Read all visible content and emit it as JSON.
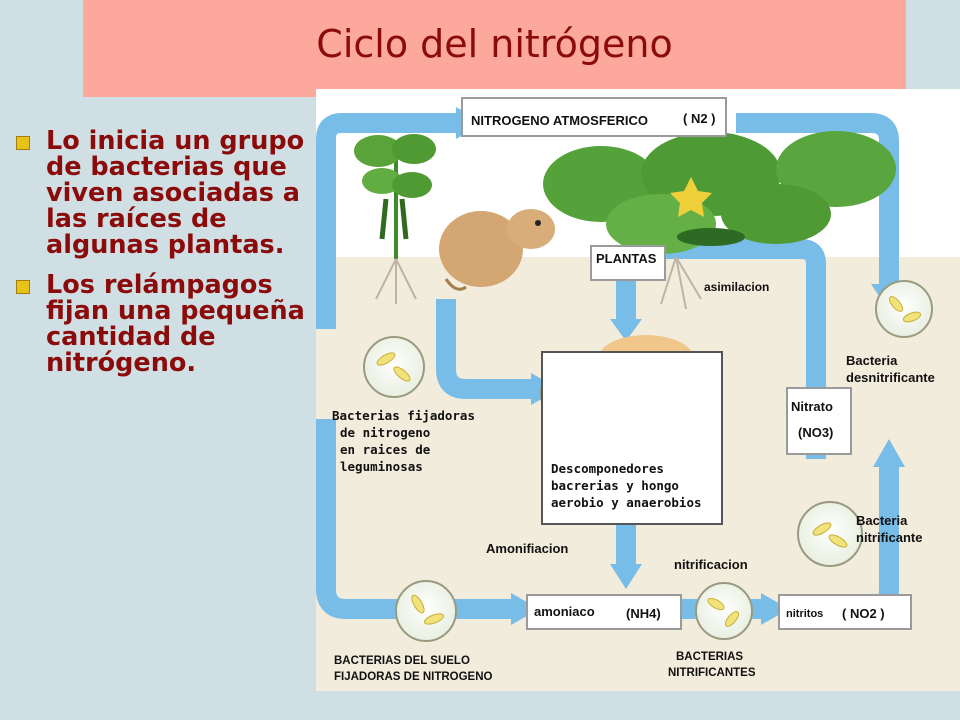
{
  "slide": {
    "title": "Ciclo del nitrógeno",
    "bullets": [
      "Lo inicia un grupo de bacterias que viven asociadas a las raíces de algunas plantas.",
      "Los relámpagos fijan una pequeña cantidad de nitrógeno."
    ]
  },
  "diagram": {
    "atmospheric_nitrogen": "NITROGENO ATMOSFERICO",
    "n2": "( N2 )",
    "plants": "PLANTAS",
    "assimilation": "asimilacion",
    "denitrifying_bacteria_1": "Bacteria",
    "denitrifying_bacteria_2": "desnitrificante",
    "nitrate": "Nitrato",
    "no3": "(NO3)",
    "nitrifying_bacteria_1": "Bacteria",
    "nitrifying_bacteria_2": "nitrificante",
    "fixing_bacteria_lines": [
      "Bacterias fijadoras",
      "de nitrogeno",
      "en raices de",
      "leguminosas"
    ],
    "decomposers_lines": [
      "Descomponedores",
      "bacrerias y hongo",
      "aerobio y anaerobios"
    ],
    "ammonification": "Amonifiacion",
    "nitrification": "nitrificacion",
    "ammonia": "amoniaco",
    "nh4": "(NH4)",
    "nitrites": "nitritos",
    "no2": "( NO2 )",
    "soil_bacteria_lines": [
      "BACTERIAS DEL SUELO",
      "FIJADORAS DE NITROGENO"
    ],
    "nitrifying_bacteria_lines": [
      "BACTERIAS",
      "NITRIFICANTES"
    ]
  },
  "colors": {
    "title_bg": "#fca89c",
    "title_text": "#8b0a0a",
    "arrow": "#78bce8",
    "bullet_mark": "#e8c31a"
  }
}
